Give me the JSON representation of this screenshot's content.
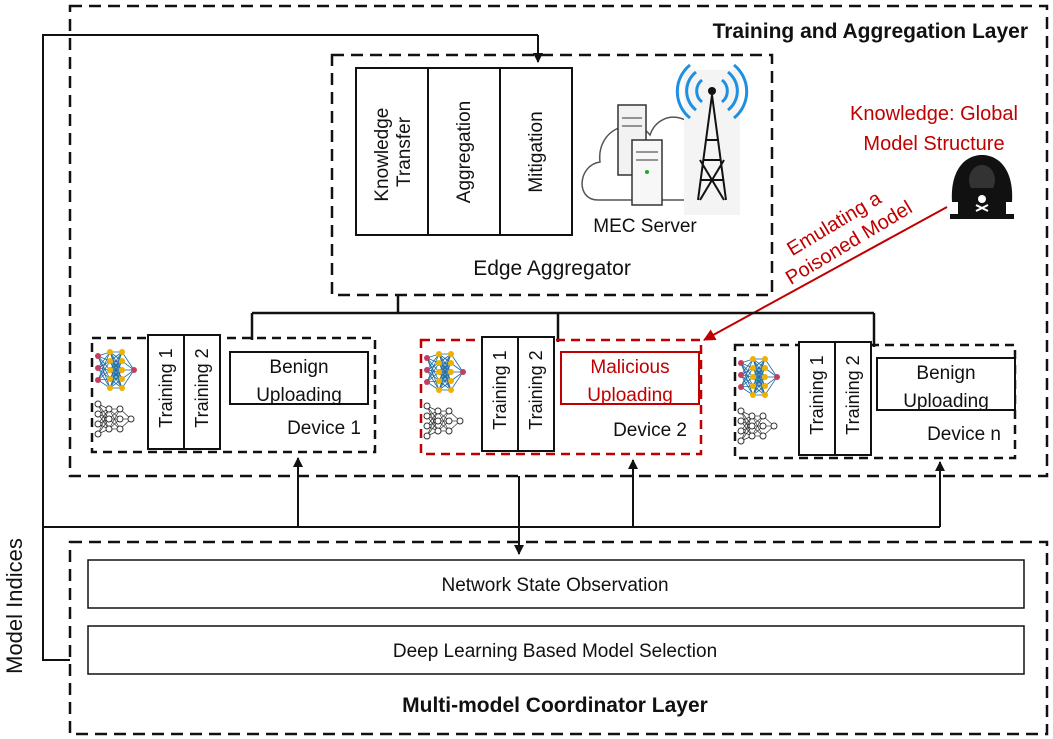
{
  "layers": {
    "training_title": "Training and Aggregation Layer",
    "coordinator_title": "Multi-model Coordinator Layer"
  },
  "edge": {
    "modules": [
      "Knowledge Transfer",
      "Aggregation",
      "Mitigation"
    ],
    "server_label": "MEC Server",
    "aggregator_label": "Edge Aggregator"
  },
  "attacker": {
    "knowledge_line1": "Knowledge: Global",
    "knowledge_line2": "Model Structure",
    "emulating_line1": "Emulating a",
    "emulating_line2": "Poisoned Model"
  },
  "devices": [
    {
      "name": "Device 1",
      "training": [
        "Training 1",
        "Training 2"
      ],
      "upload": [
        "Benign",
        "Uploading"
      ],
      "malicious": false
    },
    {
      "name": "Device 2",
      "training": [
        "Training 1",
        "Training 2"
      ],
      "upload": [
        "Malicious",
        "Uploading"
      ],
      "malicious": true
    },
    {
      "name": "Device n",
      "training": [
        "Training 1",
        "Training 2"
      ],
      "upload": [
        "Benign",
        "Uploading"
      ],
      "malicious": false
    }
  ],
  "coordinator": {
    "observation_label": "Network State Observation",
    "selection_label": "Deep Learning Based Model Selection"
  },
  "side_label": "Model Indices",
  "colors": {
    "malicious": "#c00000",
    "line": "#111111",
    "wifi": "#1f8fe0"
  }
}
